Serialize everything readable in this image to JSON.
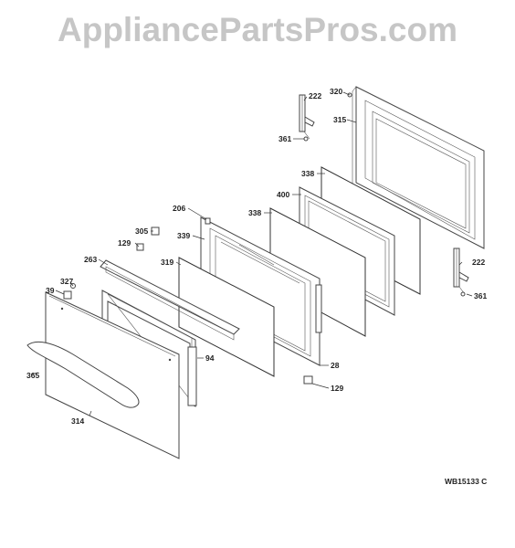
{
  "watermark": "AppliancePartsPros.com",
  "diagram_code": "WB15133 C",
  "callouts": [
    {
      "id": "c222a",
      "label": "222"
    },
    {
      "id": "c320",
      "label": "320"
    },
    {
      "id": "c315",
      "label": "315"
    },
    {
      "id": "c361a",
      "label": "361"
    },
    {
      "id": "c338a",
      "label": "338"
    },
    {
      "id": "c400",
      "label": "400"
    },
    {
      "id": "c338b",
      "label": "338"
    },
    {
      "id": "c206",
      "label": "206"
    },
    {
      "id": "c305",
      "label": "305"
    },
    {
      "id": "c339",
      "label": "339"
    },
    {
      "id": "c129a",
      "label": "129"
    },
    {
      "id": "c263",
      "label": "263"
    },
    {
      "id": "c319",
      "label": "319"
    },
    {
      "id": "c327",
      "label": "327"
    },
    {
      "id": "c39",
      "label": "39"
    },
    {
      "id": "c222b",
      "label": "222"
    },
    {
      "id": "c361b",
      "label": "361"
    },
    {
      "id": "c94",
      "label": "94"
    },
    {
      "id": "c28",
      "label": "28"
    },
    {
      "id": "c365",
      "label": "365"
    },
    {
      "id": "c129b",
      "label": "129"
    },
    {
      "id": "c314",
      "label": "314"
    }
  ]
}
